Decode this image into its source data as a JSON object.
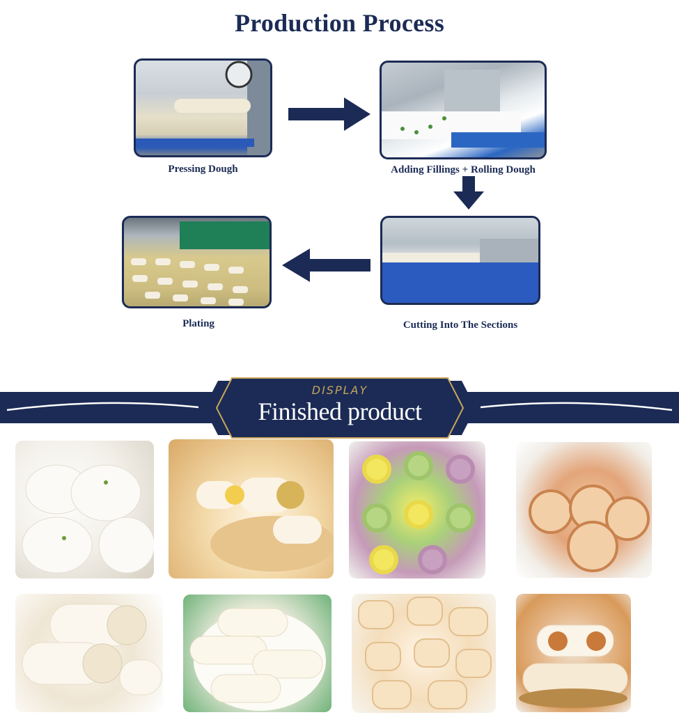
{
  "page": {
    "title": "Production Process"
  },
  "process_steps": [
    {
      "label": "Pressing Dough"
    },
    {
      "label": "Adding Fillings + Rolling Dough"
    },
    {
      "label": "Cutting Into The Sections"
    },
    {
      "label": "Plating"
    }
  ],
  "banner": {
    "kicker": "DISPLAY",
    "heading": "Finished product"
  },
  "colors": {
    "navy": "#1b2b55",
    "gold": "#c9a55a"
  },
  "product_photos": [
    "scallion-flower-rolls",
    "filled-rolls-in-steamer",
    "colored-swirl-buns",
    "scallion-swirl-pastries",
    "plain-swirl-rolls",
    "filled-rolls-on-plate",
    "lattice-rolls",
    "filled-bread-rolls"
  ]
}
